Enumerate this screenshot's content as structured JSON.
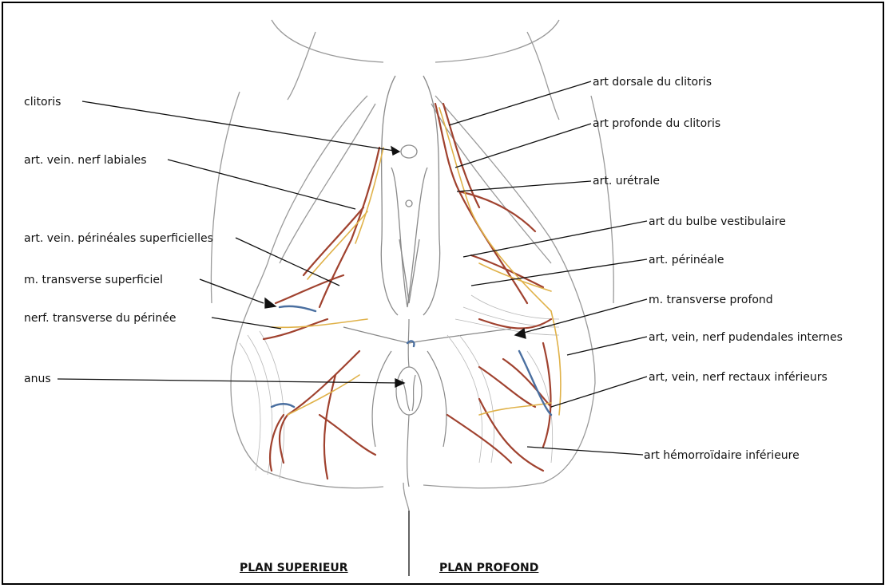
{
  "labels_left": [
    {
      "id": "clitoris",
      "text": "clitoris"
    },
    {
      "id": "labiales",
      "text": "art. vein. nerf labiales"
    },
    {
      "id": "perineales-sup",
      "text": "art. vein. périnéales superficielles"
    },
    {
      "id": "transverse-sup",
      "text": "m. transverse superficiel"
    },
    {
      "id": "nerf-transverse",
      "text": "nerf. transverse du périnée"
    },
    {
      "id": "anus",
      "text": "anus"
    }
  ],
  "labels_right": [
    {
      "id": "dorsale",
      "text": "art dorsale du clitoris"
    },
    {
      "id": "profonde",
      "text": "art profonde du clitoris"
    },
    {
      "id": "uretrale",
      "text": "art. urétrale"
    },
    {
      "id": "bulbe",
      "text": "art du bulbe vestibulaire"
    },
    {
      "id": "perineale",
      "text": "art. périnéale"
    },
    {
      "id": "transverse-prof",
      "text": "m. transverse profond"
    },
    {
      "id": "pudendales",
      "text": "art, vein, nerf pudendales internes"
    },
    {
      "id": "rectaux",
      "text": "art, vein, nerf rectaux inférieurs"
    },
    {
      "id": "hemorroidaire",
      "text": "art hémorroïdaire inférieure"
    }
  ],
  "planes": {
    "left": "PLAN SUPERIEUR",
    "right": "PLAN PROFOND"
  },
  "colors": {
    "artery": "#a0422f",
    "vein": "#4a6fa0",
    "nerve": "#e0b24a",
    "outline": "#9a9a9a"
  }
}
